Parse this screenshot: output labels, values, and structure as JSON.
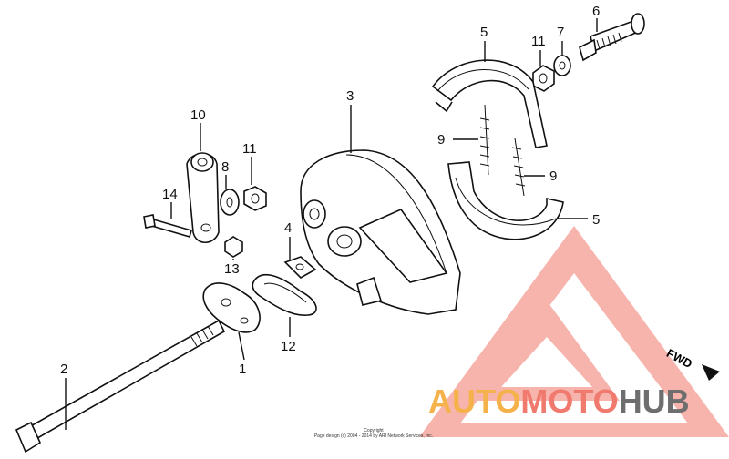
{
  "callouts": {
    "c1": "1",
    "c2": "2",
    "c3": "3",
    "c4": "4",
    "c5a": "5",
    "c5b": "5",
    "c6": "6",
    "c7": "7",
    "c8": "8",
    "c9a": "9",
    "c9b": "9",
    "c10": "10",
    "c11a": "11",
    "c11b": "11",
    "c12": "12",
    "c13": "13",
    "c14": "14"
  },
  "direction_label": "FWD",
  "copyright": {
    "line1": "Copyright",
    "line2": "Page design (c) 2004 - 2014 by ARI Network Services, Inc."
  },
  "watermark": {
    "part1": "AUTO",
    "part2": "MOTO",
    "part3": "HUB",
    "colors": {
      "auto": "#f6b24a",
      "moto": "#f07a6e",
      "hub": "#6e6e6e",
      "triangle": "#f28a80"
    }
  }
}
